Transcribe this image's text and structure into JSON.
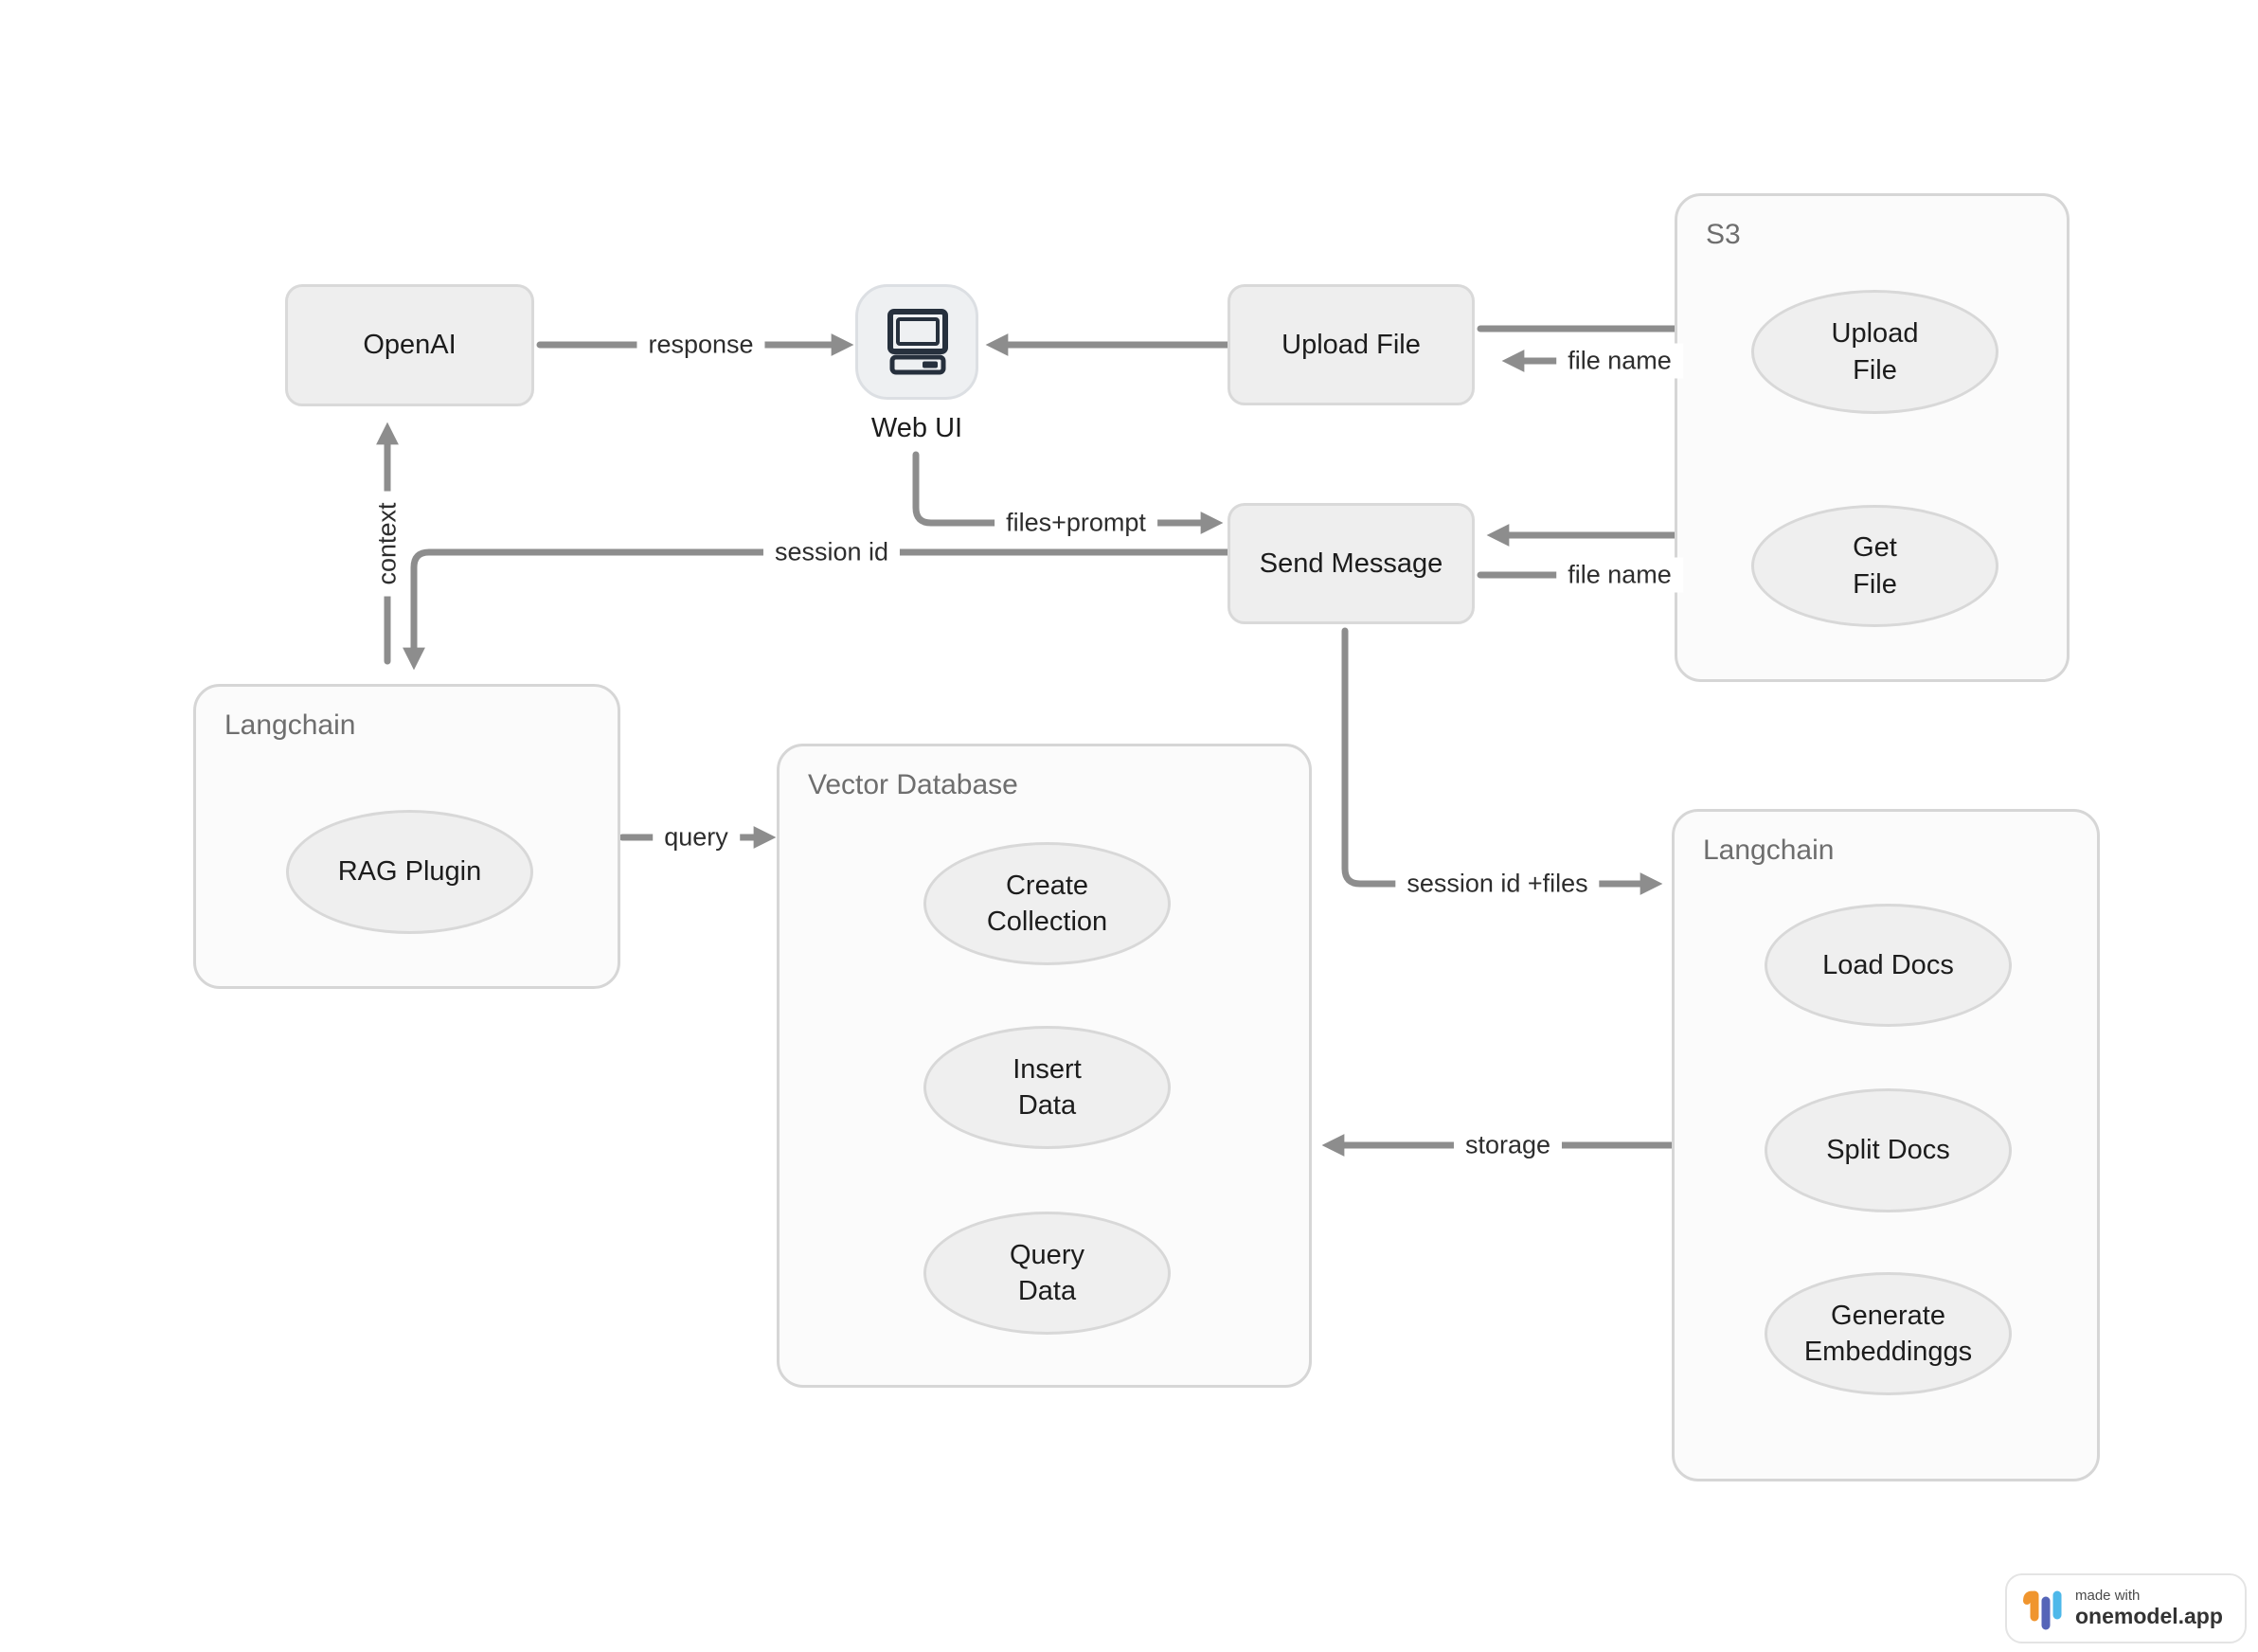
{
  "canvas": {
    "background": "#ffffff"
  },
  "colors": {
    "arrow": "#8d8d8d",
    "node_fill": "#eeeeee",
    "node_border": "#d9d9d9",
    "container_fill": "#fbfbfb",
    "container_border": "#d6d6d6",
    "icon_glyph": "#26303d",
    "logo_orange": "#f0952e",
    "logo_indigo": "#5565b8",
    "logo_blue": "#4db8ea"
  },
  "nodes": {
    "openai": {
      "label": "OpenAI"
    },
    "web_ui": {
      "label": "Web UI"
    },
    "upload_file": {
      "label": "Upload File"
    },
    "send_message": {
      "label": "Send Message"
    }
  },
  "containers": {
    "s3": {
      "title": "S3",
      "items": [
        "Upload\nFile",
        "Get\nFile"
      ]
    },
    "langchain_left": {
      "title": "Langchain",
      "items": [
        "RAG Plugin"
      ]
    },
    "vector_db": {
      "title": "Vector Database",
      "items": [
        "Create\nCollection",
        "Insert\nData",
        "Query\nData"
      ]
    },
    "langchain_right": {
      "title": "Langchain",
      "items": [
        "Load Docs",
        "Split Docs",
        "Generate\nEmbeddinggs"
      ]
    }
  },
  "edges": {
    "response": "response",
    "file_name_top": "file name",
    "files_prompt": "files+prompt",
    "session_id": "session id",
    "context": "context",
    "file_name_bottom": "file name",
    "session_id_files": "session id +files",
    "storage": "storage",
    "query": "query"
  },
  "badge": {
    "made_with": "made with",
    "brand": "onemodel.app"
  }
}
